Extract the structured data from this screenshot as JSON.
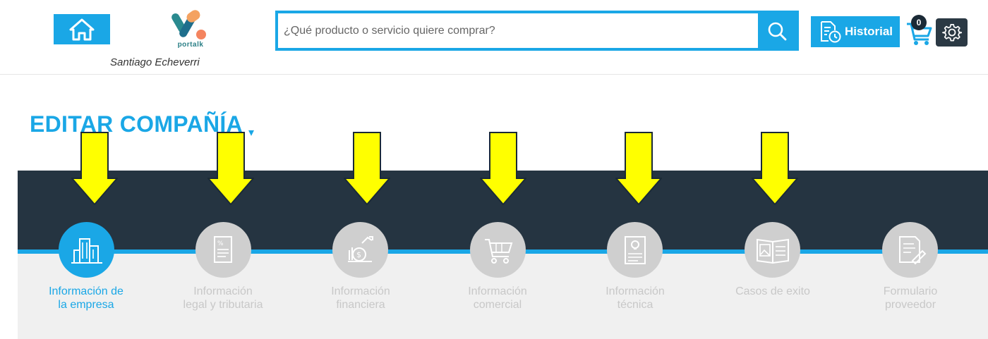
{
  "header": {
    "logo_text": "portalk",
    "user_name": "Santiago Echeverri",
    "search_placeholder": "¿Qué producto o servicio quiere comprar?",
    "historial_label": "Historial",
    "cart_count": "0"
  },
  "title": {
    "text": "EDITAR COMPAÑÍA",
    "caret": "▾"
  },
  "steps": [
    {
      "line1": "Información de",
      "line2": "la empresa",
      "icon": "building-icon",
      "active": true
    },
    {
      "line1": "Información",
      "line2": "legal y tributaria",
      "icon": "legal-document-icon",
      "active": false
    },
    {
      "line1": "Información",
      "line2": "financiera",
      "icon": "finance-icon",
      "active": false
    },
    {
      "line1": "Información",
      "line2": "comercial",
      "icon": "shopping-cart-icon",
      "active": false
    },
    {
      "line1": "Información",
      "line2": "técnica",
      "icon": "technical-document-icon",
      "active": false
    },
    {
      "line1": "Casos de exito",
      "line2": "",
      "icon": "gallery-book-icon",
      "active": false
    },
    {
      "line1": "Formulario",
      "line2": "proveedor",
      "icon": "form-icon",
      "active": false
    }
  ],
  "colors": {
    "accent": "#1aa7e6",
    "dark_band": "#253441",
    "inactive_circle": "#cfcfcf",
    "arrow": "#ffff00"
  }
}
